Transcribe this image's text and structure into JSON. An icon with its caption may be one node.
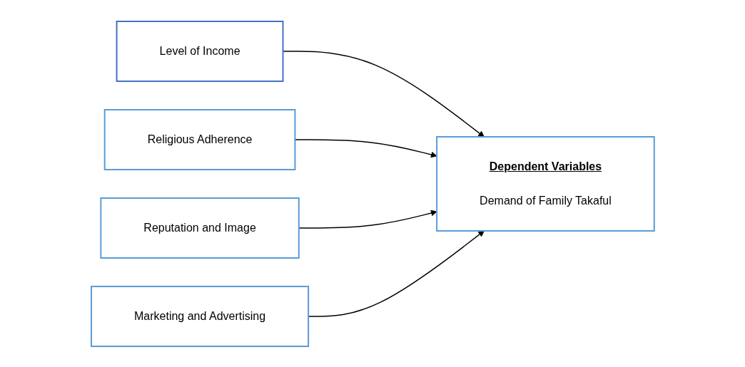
{
  "diagram": {
    "nodes": [
      {
        "text": [
          "Level of Income"
        ]
      },
      {
        "text": [
          "Religious Adherence"
        ]
      },
      {
        "text": [
          "Reputation and Image"
        ]
      },
      {
        "text": [
          "Marketing and Advertising"
        ]
      },
      {
        "text": [
          "Dependent Variables",
          "Demand of Family Takaful"
        ]
      }
    ],
    "edges": [
      {
        "from": 0,
        "to": 4,
        "arrow": "to"
      },
      {
        "from": 1,
        "to": 4,
        "arrow": "to"
      },
      {
        "from": 2,
        "to": 4,
        "arrow": "to"
      },
      {
        "from": 3,
        "to": 4,
        "arrow": "to"
      }
    ]
  }
}
